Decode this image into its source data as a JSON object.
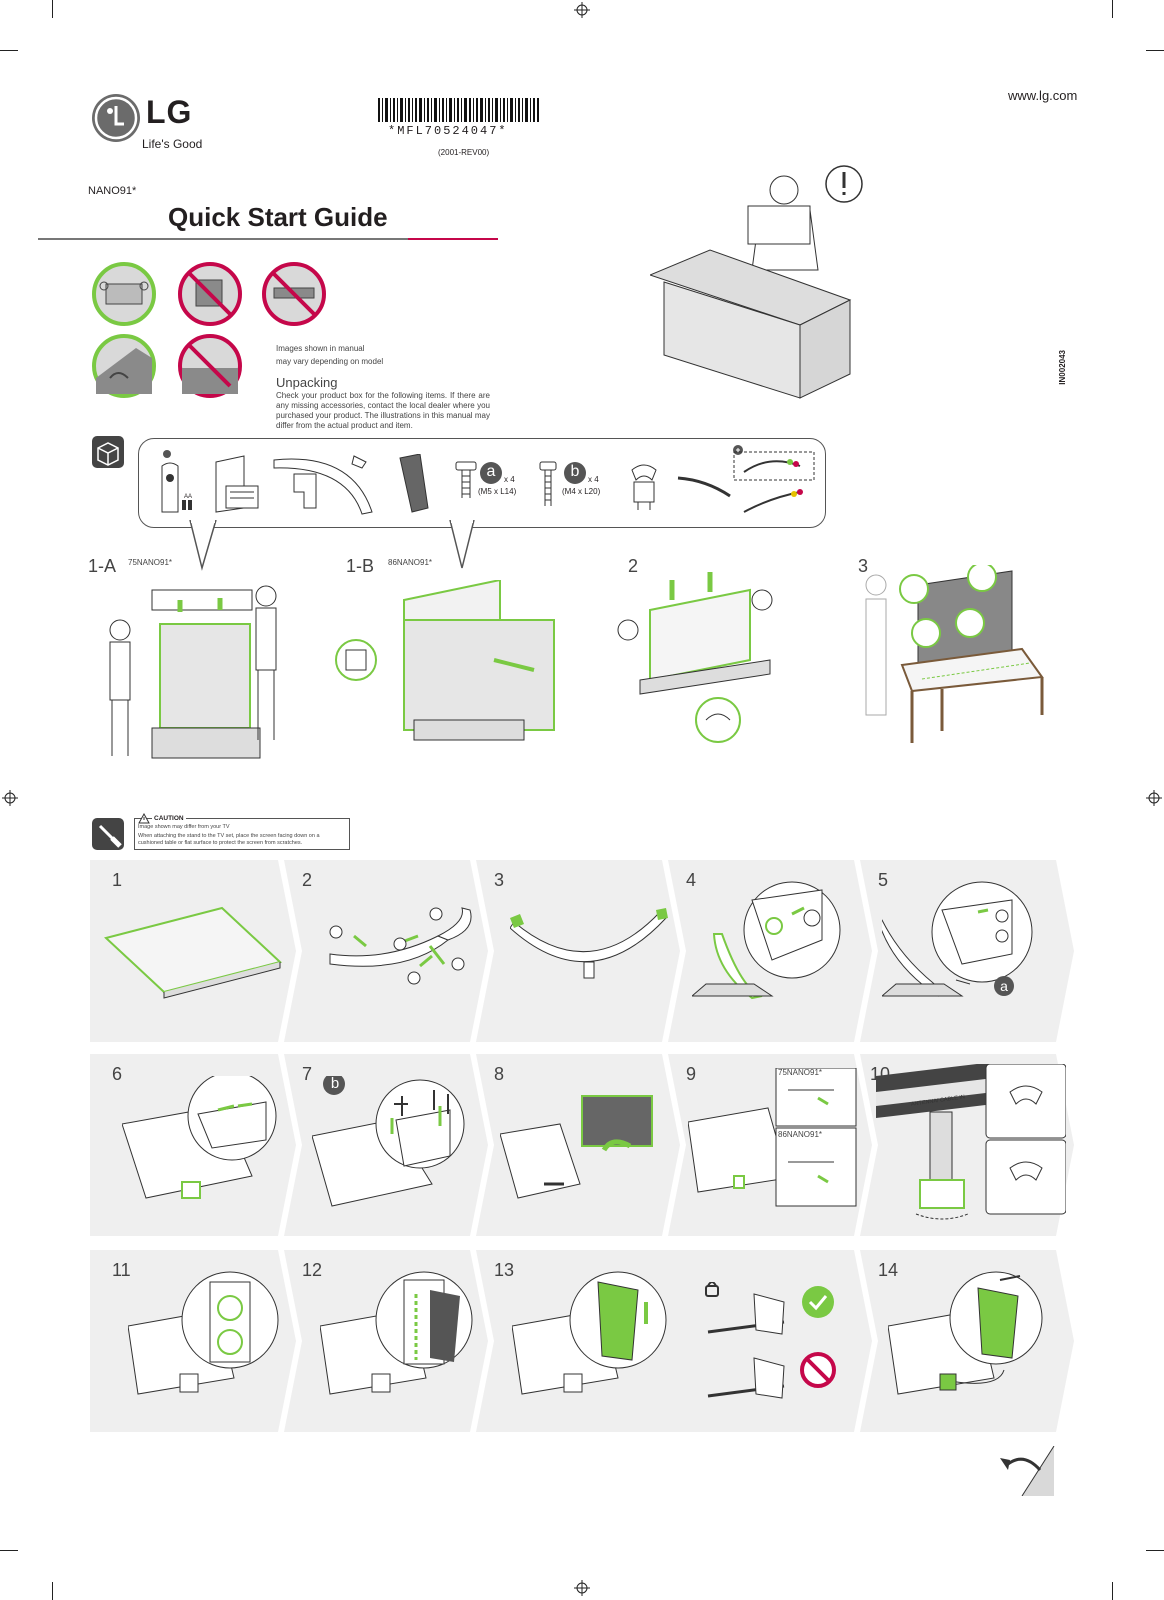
{
  "brand": {
    "logo_text": "LG",
    "tagline": "Life's Good",
    "website": "www.lg.com"
  },
  "barcode": {
    "code": "*MFL70524047*",
    "revision": "(2001-REV00)"
  },
  "model": "NANO91*",
  "title": "Quick Start Guide",
  "side_code": "IN002043",
  "intro": {
    "note_line1": "Images shown in manual",
    "note_line2": "may vary depending on model",
    "heading": "Unpacking",
    "body": "Check your product box for the following items. If there are any missing accessories, contact the local dealer where you purchased your product. The illustrations in this manual may differ from the actual product and item."
  },
  "accessories": {
    "screw_a": {
      "letter": "a",
      "qty": "x 4",
      "spec": "(M5 x L14)"
    },
    "screw_b": {
      "letter": "b",
      "qty": "x 4",
      "spec": "(M4 x L20)"
    },
    "battery_label": "AA"
  },
  "unpack_steps": [
    {
      "label": "1-A",
      "model": "75NANO91*"
    },
    {
      "label": "1-B",
      "model": "86NANO91*"
    },
    {
      "label": "2",
      "model": ""
    },
    {
      "label": "3",
      "model": ""
    }
  ],
  "caution": {
    "title": "CAUTION",
    "line1": "Image shown may differ from your TV",
    "line2": "When attaching the stand to the TV set, place the screen facing down on a cushioned table or flat surface to protect the screen from scratches."
  },
  "steps_row1": [
    "1",
    "2",
    "3",
    "4",
    "5"
  ],
  "steps_row2": [
    "6",
    "7",
    "8",
    "9",
    "10"
  ],
  "steps_row3": [
    "11",
    "12",
    "13",
    "",
    "14"
  ],
  "step9_models": [
    "75NANO91*",
    "86NANO91*"
  ],
  "step10_label": "ANTENNA/ CABLE IN",
  "step_labels": {
    "a": "a",
    "b": "b"
  },
  "colors": {
    "accent_green": "#7ac943",
    "brand_red": "#c5074a",
    "panel_grey": "#efefef"
  }
}
